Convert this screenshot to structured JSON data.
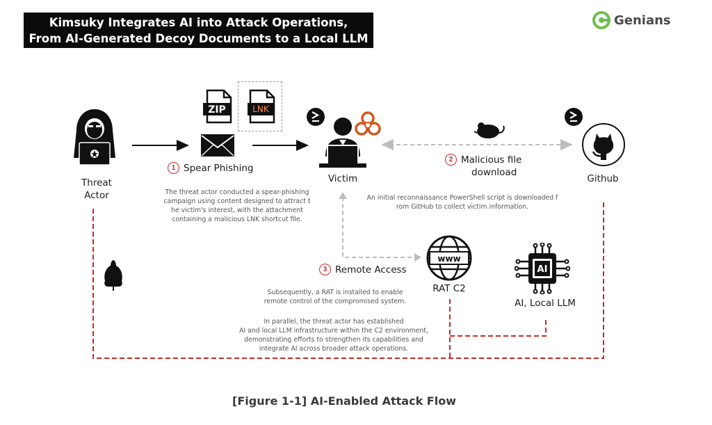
{
  "header": {
    "title_line1": "Kimsuky Integrates AI into Attack Operations,",
    "title_line2": "From AI-Generated Decoy Documents to a Local LLM"
  },
  "brand": {
    "name": "Genians",
    "icon": "genians-logo-icon",
    "color": "#6cbf4b"
  },
  "nodes": {
    "threat_actor": {
      "line1": "Threat",
      "line2": "Actor",
      "icon": "hacker-icon"
    },
    "victim": {
      "label": "Victim",
      "icon": "user-at-laptop-icon"
    },
    "github": {
      "label": "Github",
      "icon": "github-icon"
    },
    "rat_c2": {
      "label": "RAT C2",
      "icon": "www-globe-icon"
    },
    "ai_llm": {
      "label": "AI, Local LLM",
      "icon": "ai-chip-icon"
    }
  },
  "files": {
    "zip": "ZIP",
    "lnk": "LNK"
  },
  "ai_chip_text": "AI",
  "www_text": "www",
  "steps": [
    {
      "num": "1",
      "label": "Spear Phishing"
    },
    {
      "num": "2",
      "label_line1": "Malicious file",
      "label_line2": "download"
    },
    {
      "num": "3",
      "label": "Remote Access"
    }
  ],
  "descriptions": {
    "spear_phishing": [
      "The threat actor conducted a spear-phishing",
      "campaign using content designed to attract t",
      "he victim's interest, with the attachment",
      "containing a malicious LNK shortcut file."
    ],
    "download": [
      "An initial reconnaissance PowerShell script is downloaded f",
      "rom GitHub to collect victim information."
    ],
    "rat": [
      "Subsequently, a RAT is installed to enable",
      "remote control of the compromised system."
    ],
    "parallel": [
      "In parallel, the threat actor has established",
      "AI and local LLM infrastructure within the C2 environment,",
      "demonstrating efforts to strengthen its capabilities and",
      "integrate AI across broader attack operations."
    ]
  },
  "caption": "[Figure 1-1] AI-Enabled Attack Flow",
  "colors": {
    "accent_red": "#c62828",
    "dashed_gray": "#bdbdbd",
    "title_bg": "#0b0b0b"
  }
}
